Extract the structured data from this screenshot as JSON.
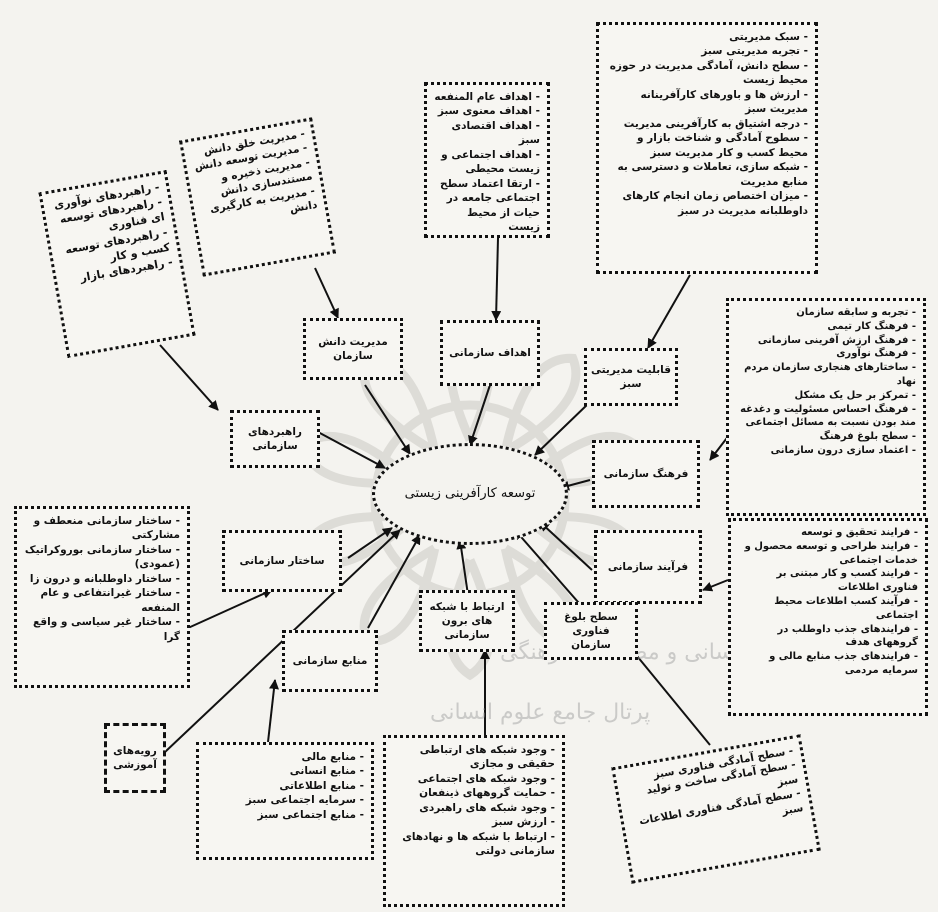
{
  "center_label": "توسعه کارآفرینی زیستی",
  "nodes": {
    "strategies": "راهبردهای سازمانی",
    "knowledge_mgmt": "مدیریت دانش سازمان",
    "org_goals": "اهداف سازمانی",
    "green_mgmt_capability": "قابلیت مدیریتی سبز",
    "org_culture": "فرهنگ سازمانی",
    "org_process": "فرآیند سازمانی",
    "tech_maturity": "سطح بلوغ فناوری سازمان",
    "external_networks": "ارتباط با شبکه های برون سازمانی",
    "org_resources": "منابع سازمانی",
    "org_structure": "ساختار سازمانی",
    "educational_approaches": "رویه‌های آموزشی"
  },
  "details": {
    "strategies": [
      "- راهبردهای نوآوری",
      "- راهبردهای توسعه ای فناوری",
      "- راهبردهای توسعه کسب و کار",
      "- راهبردهای بازار"
    ],
    "knowledge_mgmt": [
      "- مدیریت خلق دانش",
      "- مدیریت توسعه دانش",
      "- مدیریت ذخیره و مستندسازی دانش",
      "- مدیریت به کارگیری دانش"
    ],
    "org_goals": [
      "- اهداف عام المنفعه",
      "- اهداف معنوی سبز",
      "- اهداف اقتصادی سبز",
      "- اهداف اجتماعی و زیست محیطی",
      "- ارتقا اعتماد سطح اجتماعی جامعه در حیات از محیط زیست"
    ],
    "green_mgmt_capability": [
      "- سبک مدیریتی",
      "- تجربه مدیریتی سبز",
      "- سطح دانش، آمادگی مدیریت در حوزه محیط زیست",
      "- ارزش ها و باورهای کارآفرینانه مدیریت سبز",
      "- درجه اشتیاق به کارآفرینی مدیریت",
      "- سطوح آمادگی و شناخت بازار و محیط کسب و کار مدیریت سبز",
      "- شبکه سازی، تعاملات و دسترسی به منابع مدیریت",
      "- میزان اختصاص زمان انجام کارهای داوطلبانه مدیریت در سبز"
    ],
    "org_culture": [
      "- تجربه و سابقه سازمان",
      "- فرهنگ کار تیمی",
      "- فرهنگ ارزش آفرینی سازمانی",
      "- فرهنگ نوآوری",
      "- ساختارهای هنجاری سازمان مردم نهاد",
      "- تمرکز بر حل یک مشکل",
      "- فرهنگ احساس مسئولیت و دغدغه مند بودن نسبت به مسائل اجتماعی",
      "- سطح بلوغ فرهنگ",
      "- اعتماد سازی درون سازمانی"
    ],
    "org_process": [
      "- فرایند تحقیق و توسعه",
      "- فرایند طراحی و توسعه محصول و خدمات اجتماعی",
      "- فرایند کسب و کار مبتنی بر فناوری اطلاعات",
      "- فرآیند کسب اطلاعات محیط اجتماعی",
      "- فرایندهای جذب داوطلب در گروههای هدف",
      "- فرایندهای جذب منابع مالی و سرمایه مردمی"
    ],
    "tech_maturity": [
      "- سطح آمادگی فناوری سبز",
      "- سطح آمادگی ساخت و تولید سبز",
      "- سطح آمادگی فناوری اطلاعات سبز"
    ],
    "external_networks": [
      "- وجود شبکه های ارتباطی حقیقی و مجازی",
      "- وجود شبکه های اجتماعی",
      "- حمایت گروههای ذینفعان",
      "- وجود شبکه های راهبردی",
      "- ارزش سبز",
      "- ارتباط با شبکه ها و نهادهای سازمانی دولتی"
    ],
    "org_resources": [
      "- منابع مالی",
      "- منابع انسانی",
      "- منابع اطلاعاتی",
      "- سرمایه اجتماعی سبز",
      "- منابع اجتماعی سبز"
    ],
    "org_structure": [
      "- ساختار سازمانی منعطف و مشارکتی",
      "- ساختار سازمانی بوروکراتیک (عمودی)",
      "- ساختار داوطلبانه و درون زا",
      "- ساختار غیرانتفاعی و عام المنفعه",
      "- ساختار غیر سیاسی و واقع گرا"
    ]
  },
  "watermark_text": "پژوهشگاه علوم انسانی و مطالعات فرهنگی",
  "watermark_text_2": "پرتال جامع علوم انسانی",
  "colors": {
    "ink": "#111111",
    "paper": "#f4f3ef",
    "watermark": "#999999"
  }
}
